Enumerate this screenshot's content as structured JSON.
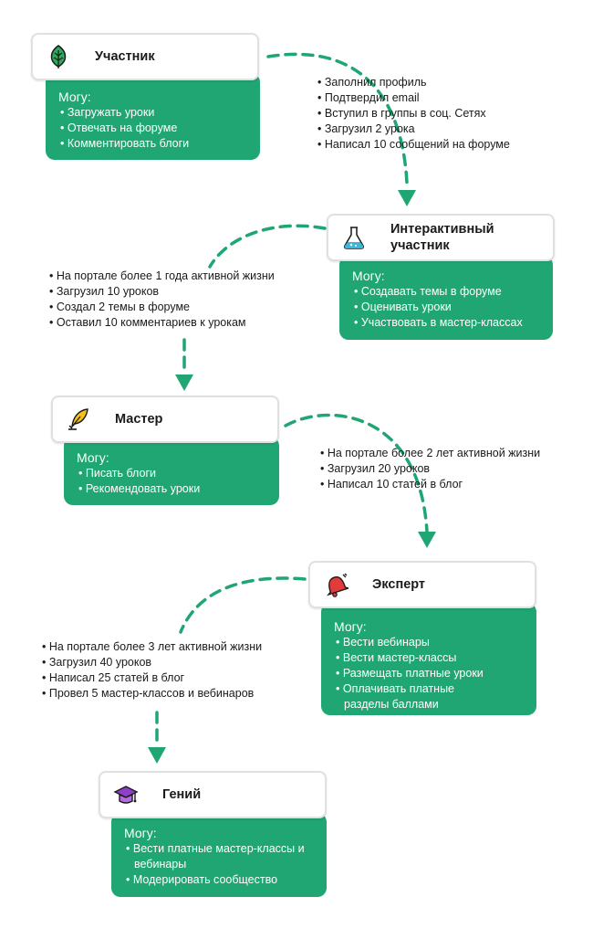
{
  "levels": [
    {
      "title": "Участник",
      "icon": "leaf-icon",
      "can_label": "Могу:",
      "abilities": [
        "Загружать уроки",
        "Отвечать на форуме",
        "Комментировать блоги"
      ]
    },
    {
      "title": "Интерактивный участник",
      "icon": "flask-icon",
      "can_label": "Могу:",
      "abilities": [
        "Создавать темы в форуме",
        "Оценивать уроки",
        "Участвовать в мастер-классах"
      ]
    },
    {
      "title": "Мастер",
      "icon": "quill-icon",
      "can_label": "Могу:",
      "abilities": [
        "Писать блоги",
        "Рекомендовать уроки"
      ]
    },
    {
      "title": "Эксперт",
      "icon": "bell-icon",
      "can_label": "Могу:",
      "abilities": [
        "Вести вебинары",
        "Вести мастер-классы",
        "Размещать платные уроки",
        "Оплачивать платные разделы баллами"
      ]
    },
    {
      "title": "Гений",
      "icon": "graduation-cap-icon",
      "can_label": "Могу:",
      "abilities": [
        "Вести платные мастер-классы и вебинары",
        "Модерировать сообщество"
      ]
    }
  ],
  "transitions": [
    [
      "Заполнил профиль",
      "Подтвердил email",
      "Вступил в группы в соц. Сетях",
      "Загрузил 2 урока",
      "Написал 10 сообщений на форуме"
    ],
    [
      "На портале более 1 года активной жизни",
      "Загрузил 10 уроков",
      "Создал 2 темы в форуме",
      "Оставил 10 комментариев к урокам"
    ],
    [
      "На портале более 2 лет активной жизни",
      "Загрузил 20 уроков",
      "Написал 10 статей в блог"
    ],
    [
      "На портале более 3 лет активной жизни",
      "Загрузил 40 уроков",
      "Написал 25 статей в блог",
      "Провел 5 мастер-классов и вебинаров"
    ]
  ],
  "colors": {
    "accent": "#1fa672",
    "card_border": "#e0e0e0"
  }
}
